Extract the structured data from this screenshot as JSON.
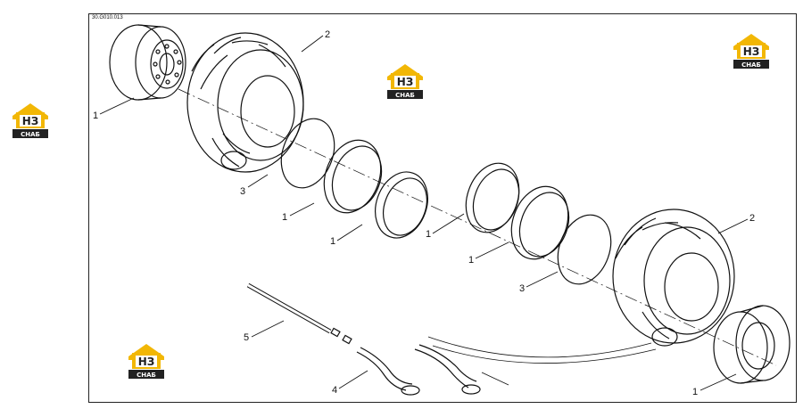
{
  "drawing": {
    "reference": "30.G010.013",
    "callouts": [
      {
        "id": "c1a",
        "label": "1"
      },
      {
        "id": "c2a",
        "label": "2"
      },
      {
        "id": "c3a",
        "label": "3"
      },
      {
        "id": "c1b",
        "label": "1"
      },
      {
        "id": "c1c",
        "label": "1"
      },
      {
        "id": "c1d",
        "label": "1"
      },
      {
        "id": "c1e",
        "label": "1"
      },
      {
        "id": "c3b",
        "label": "3"
      },
      {
        "id": "c2b",
        "label": "2"
      },
      {
        "id": "c5",
        "label": "5"
      },
      {
        "id": "c4",
        "label": "4"
      },
      {
        "id": "c1f",
        "label": "1"
      }
    ]
  },
  "logos": {
    "brand_letters": "НЗ",
    "brand_text": "СНАБ",
    "colors": {
      "yellow": "#f2b705",
      "dark": "#222222"
    }
  }
}
